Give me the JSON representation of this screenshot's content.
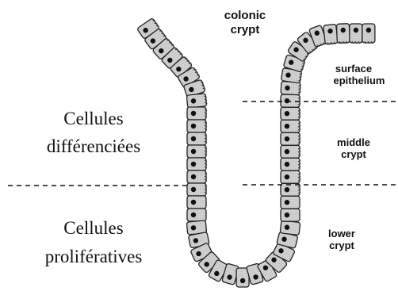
{
  "title": {
    "line1": "colonic",
    "line2": "crypt"
  },
  "zones_en": [
    {
      "line1": "surface",
      "line2": "epithelium"
    },
    {
      "line1": "middle",
      "line2": "crypt"
    },
    {
      "line1": "lower",
      "line2": "crypt"
    }
  ],
  "zones_fr": [
    {
      "line1": "Cellules",
      "line2": "différenciées"
    },
    {
      "line1": "Cellules",
      "line2": "prolifératives"
    }
  ],
  "colors": {
    "cell_fill": "#c4c4c4",
    "cell_stroke": "#222222",
    "nucleus": "#111111",
    "dashed_line": "#111111"
  }
}
